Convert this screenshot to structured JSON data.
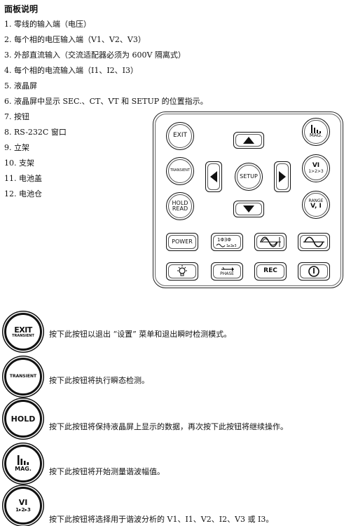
{
  "title": "面板说明",
  "items": [
    "1. 零线的输入端（电压）",
    "2. 每个相的电压输入端（V1、V2、V3）",
    "3. 外部直流输入（交流适配器必须为 600V 隔离式）",
    "4. 每个相的电流输入端（I1、I2、I3）",
    "5. 液晶屏",
    "6. 液晶屏中显示 SEC.、CT、VT 和 SETUP 的位置指示。",
    "7. 按钮",
    "8. RS-232C 窗口",
    "9. 立架",
    "10. 支架",
    "11. 电池盖",
    "12. 电池仓"
  ],
  "keypad": {
    "exit": "EXIT",
    "mag": "MAG.",
    "transient": "TRANSIENT",
    "setup": "SETUP",
    "vi_top": "VI",
    "vi_bottom": "1>2>3",
    "hold_top": "HOLD",
    "hold_bottom": "READ",
    "range_top": "RANGE",
    "range_bottom": "V, I",
    "power": "POWER",
    "phase_bottom": "1▸2▸3",
    "phase_label": "PHASE",
    "rec": "REC"
  },
  "descriptions": [
    {
      "icon": "EXIT",
      "icon_sub": "TRANSIENT",
      "text": "按下此按钮以退出 “设置” 菜单和退出瞬时检测模式。"
    },
    {
      "icon": "TRANSIENT",
      "text": "按下此按钮将执行瞬态检测。"
    },
    {
      "icon": "HOLD",
      "text": "按下此按钮将保持液晶屏上显示的数据，再次按下此按钮将继续操作。"
    },
    {
      "icon": "MAG.",
      "text": "按下此按钮将开始测量谐波幅值。"
    },
    {
      "icon": "VI",
      "icon_sub": "1▸2▸3",
      "text": "按下此按钮将选择用于谐波分析的 V1、I1、V2、I2、V3 或 I3。"
    }
  ]
}
